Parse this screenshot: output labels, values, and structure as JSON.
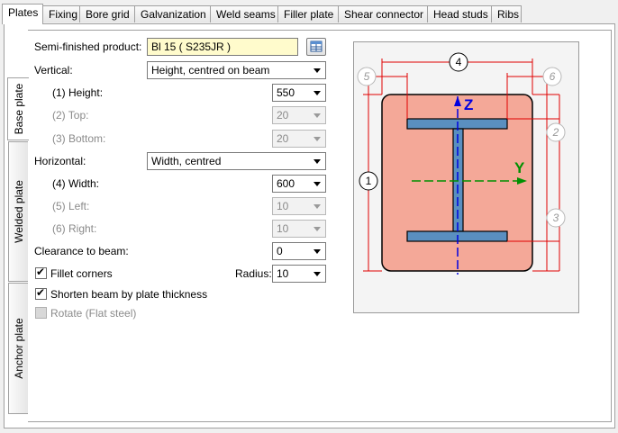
{
  "tabs": [
    "Plates",
    "Fixing",
    "Bore grid",
    "Galvanization",
    "Weld seams",
    "Filler plate",
    "Shear connector",
    "Head studs",
    "Ribs"
  ],
  "side_tabs": [
    "Base plate",
    "Welded plate",
    "Anchor plate"
  ],
  "form": {
    "semi_finished_label": "Semi-finished product:",
    "semi_finished_value": "Bl 15  ( S235JR )",
    "vertical_label": "Vertical:",
    "vertical_value": "Height, centred on beam",
    "height_label": "(1) Height:",
    "height_value": "550",
    "top_label": "(2) Top:",
    "top_value": "20",
    "bottom_label": "(3) Bottom:",
    "bottom_value": "20",
    "horizontal_label": "Horizontal:",
    "horizontal_value": "Width, centred",
    "width_label": "(4) Width:",
    "width_value": "600",
    "left_label": "(5) Left:",
    "left_value": "10",
    "right_label": "(6) Right:",
    "right_value": "10",
    "clearance_label": "Clearance to beam:",
    "clearance_value": "0",
    "fillet_label": "Fillet corners",
    "fillet_checked": true,
    "radius_label": "Radius:",
    "radius_value": "10",
    "shorten_label": "Shorten beam by plate thickness",
    "shorten_checked": true,
    "rotate_label": "Rotate (Flat steel)",
    "rotate_checked": false
  },
  "diagram": {
    "axis_z": "Z",
    "axis_y": "Y",
    "markers": [
      "1",
      "2",
      "3",
      "4",
      "5",
      "6"
    ],
    "plate_color": "#f4a898",
    "beam_color": "#5a8fc0",
    "dim_color": "#e00000",
    "axis_z_color": "#0000e0",
    "axis_y_color": "#009000"
  }
}
